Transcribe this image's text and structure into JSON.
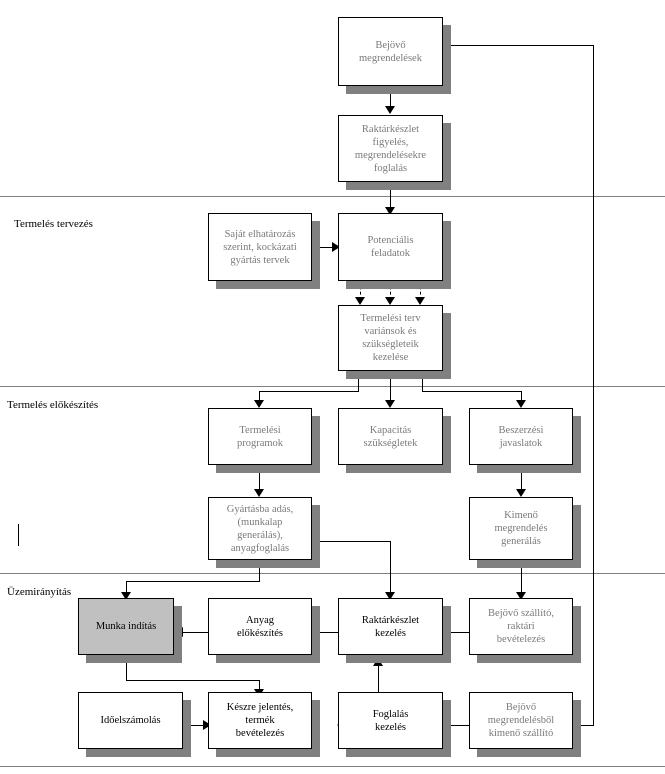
{
  "diagram": {
    "title": "Termelesiranyitasi folyamatabra",
    "language": "hu",
    "colors": {
      "box_fill": "#ffffff",
      "box_fill_highlight": "#c0c0c0",
      "box_border": "#000000",
      "shadow": "#808080",
      "label_gray": "#7a7a7a",
      "label_black": "#000000",
      "divider": "#808080",
      "connector": "#000000"
    },
    "sections": [
      {
        "id": "section-termeles-tervezes",
        "label": "Termelés tervezés"
      },
      {
        "id": "section-termeles-elokeszites",
        "label": "Termelés előkészítés"
      },
      {
        "id": "section-uzemiranyitas",
        "label": "Üzemirányítás"
      }
    ],
    "nodes": [
      {
        "id": "bejovo-megrendelesek",
        "label": "Bejövő\nmegrendelések",
        "emphasis": "gray",
        "fill": "white"
      },
      {
        "id": "raktarkeszlet-figyeles",
        "label": "Raktárkészlet\nfigyelés,\nmegrendelésekre\nfoglalás",
        "emphasis": "gray",
        "fill": "white"
      },
      {
        "id": "sajat-elhatarozas",
        "label": "Saját elhatározás\nszerint, kockázati\ngyártás tervek",
        "emphasis": "gray",
        "fill": "white"
      },
      {
        "id": "potencialis-feladatok",
        "label": "Potenciális\nfeladatok",
        "emphasis": "gray",
        "fill": "white"
      },
      {
        "id": "termelesi-terv-variansok",
        "label": "Termelési terv\nvariánsok és\nszükségleteik\nkezelése",
        "emphasis": "gray",
        "fill": "white"
      },
      {
        "id": "termelesi-programok",
        "label": "Termelési\nprogramok",
        "emphasis": "gray",
        "fill": "white"
      },
      {
        "id": "kapacitas-szuksegletek",
        "label": "Kapacitás\nszükségletek",
        "emphasis": "gray",
        "fill": "white"
      },
      {
        "id": "beszerzesi-javaslatok",
        "label": "Beszerzési\njavaslatok",
        "emphasis": "gray",
        "fill": "white"
      },
      {
        "id": "gyartasba-adas",
        "label": "Gyártásba adás,\n(munkalap\ngenerálás),\nanyagfoglalás",
        "emphasis": "gray",
        "fill": "white"
      },
      {
        "id": "kimeno-megrendeles-generalas",
        "label": "Kimenő\nmegrendelés\ngenerálás",
        "emphasis": "gray",
        "fill": "white"
      },
      {
        "id": "munka-inditas",
        "label": "Munka indítás",
        "emphasis": "black",
        "fill": "gray"
      },
      {
        "id": "anyag-elokeszites",
        "label": "Anyag\nelőkészítés",
        "emphasis": "black",
        "fill": "white"
      },
      {
        "id": "raktarkeszlet-kezeles",
        "label": "Raktárkészlet\nkezelés",
        "emphasis": "black",
        "fill": "white"
      },
      {
        "id": "bejovo-szallito",
        "label": "Bejövő szállító,\nraktári\nbevételezés",
        "emphasis": "gray",
        "fill": "white"
      },
      {
        "id": "idoelszamolas",
        "label": "Időelszámolás",
        "emphasis": "black",
        "fill": "white"
      },
      {
        "id": "keszre-jelentes",
        "label": "Készre jelentés,\ntermék\nbevételezés",
        "emphasis": "black",
        "fill": "white"
      },
      {
        "id": "foglalas-kezeles",
        "label": "Foglalás\nkezelés",
        "emphasis": "black",
        "fill": "white"
      },
      {
        "id": "bejovo-megrendelesbol",
        "label": "Bejövő\nmegrendelésből\nkimenő szállító",
        "emphasis": "gray",
        "fill": "white"
      }
    ],
    "edges": [
      {
        "from": "bejovo-megrendelesek",
        "to": "raktarkeszlet-figyeles",
        "style": "solid"
      },
      {
        "from": "bejovo-megrendelesek",
        "to": "bejovo-megrendelesbol",
        "style": "solid"
      },
      {
        "from": "raktarkeszlet-figyeles",
        "to": "potencialis-feladatok",
        "style": "solid"
      },
      {
        "from": "sajat-elhatarozas",
        "to": "potencialis-feladatok",
        "style": "solid"
      },
      {
        "from": "potencialis-feladatok",
        "to": "termelesi-terv-variansok",
        "style": "dashed"
      },
      {
        "from": "termelesi-terv-variansok",
        "to": "termelesi-programok",
        "style": "solid"
      },
      {
        "from": "termelesi-terv-variansok",
        "to": "kapacitas-szuksegletek",
        "style": "solid"
      },
      {
        "from": "termelesi-terv-variansok",
        "to": "beszerzesi-javaslatok",
        "style": "solid"
      },
      {
        "from": "termelesi-programok",
        "to": "gyartasba-adas",
        "style": "solid"
      },
      {
        "from": "beszerzesi-javaslatok",
        "to": "kimeno-megrendeles-generalas",
        "style": "solid"
      },
      {
        "from": "gyartasba-adas",
        "to": "munka-inditas",
        "style": "solid"
      },
      {
        "from": "gyartasba-adas",
        "to": "raktarkeszlet-kezeles",
        "style": "solid"
      },
      {
        "from": "kimeno-megrendeles-generalas",
        "to": "bejovo-szallito",
        "style": "solid"
      },
      {
        "from": "anyag-elokeszites",
        "to": "munka-inditas",
        "style": "solid"
      },
      {
        "from": "raktarkeszlet-kezeles",
        "to": "anyag-elokeszites",
        "style": "solid"
      },
      {
        "from": "bejovo-szallito",
        "to": "raktarkeszlet-kezeles",
        "style": "solid"
      },
      {
        "from": "munka-inditas",
        "to": "keszre-jelentes",
        "style": "solid"
      },
      {
        "from": "idoelszamolas",
        "to": "keszre-jelentes",
        "style": "solid"
      },
      {
        "from": "foglalas-kezeles",
        "to": "raktarkeszlet-kezeles",
        "style": "solid"
      },
      {
        "from": "bejovo-megrendelesbol",
        "to": "foglalas-kezeles",
        "style": "solid"
      }
    ]
  }
}
